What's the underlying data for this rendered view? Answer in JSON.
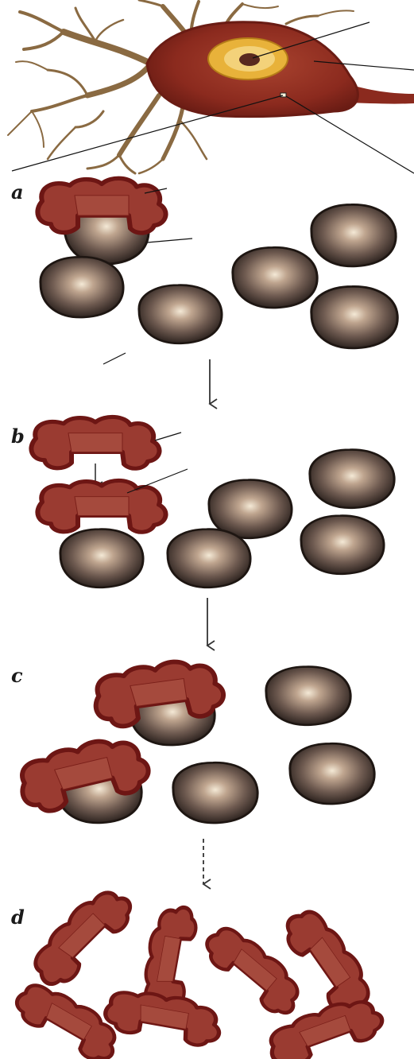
{
  "panels": [
    {
      "label": "a"
    },
    {
      "label": "b"
    },
    {
      "label": "c"
    },
    {
      "label": "d"
    }
  ],
  "colors": {
    "cell_body": "#8b2a1e",
    "cell_body_light": "#a9432f",
    "nucleus_ring": "#e8b23a",
    "nucleus_inner": "#f3d27a",
    "nucleolus": "#5a2a1f",
    "dendrite": "#8a6a42",
    "granule_dark": "#3c2f2a",
    "granule_light": "#f4e9d6",
    "protein_edge": "#6d1614",
    "protein_fill": "#9a3b31",
    "leader_line": "#111111",
    "arrow": "#333333"
  },
  "icons": {
    "process_arrow": "down-arrow-icon",
    "dashed_arrow": "dashed-down-arrow-icon"
  }
}
